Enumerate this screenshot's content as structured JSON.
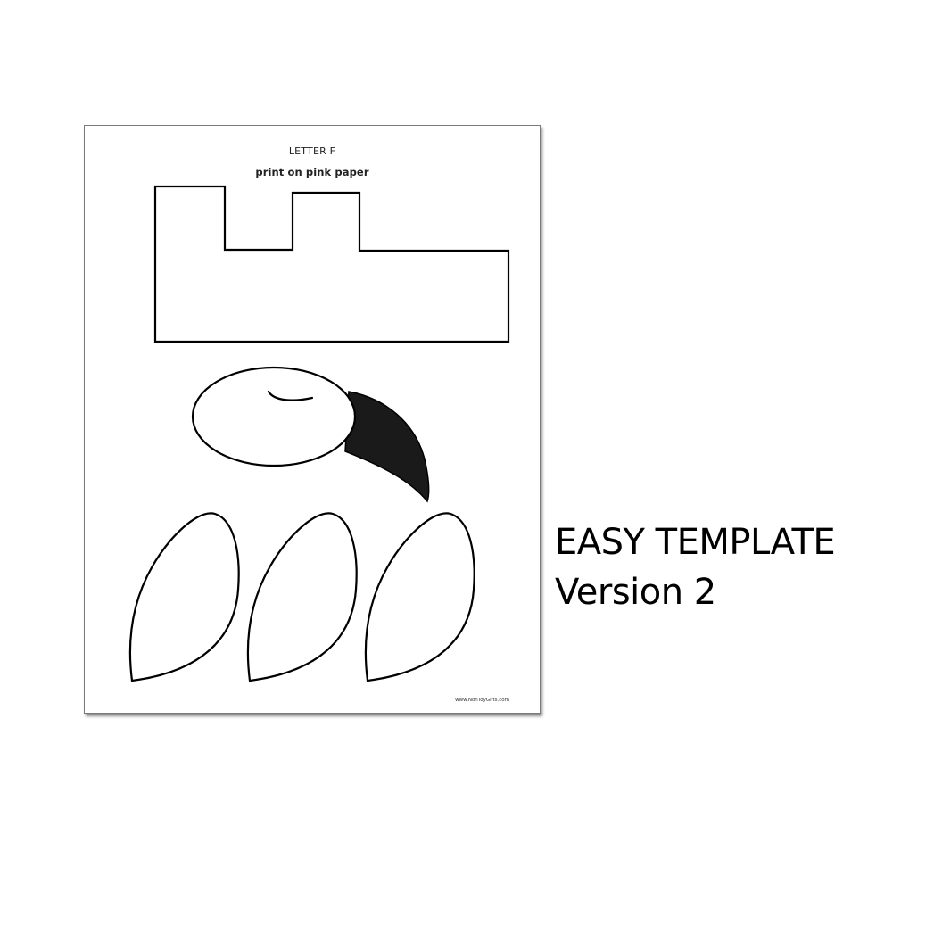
{
  "sheet": {
    "title": "LETTER F",
    "subtitle": "print on pink paper",
    "footer_url": "www.NonToyGifts.com"
  },
  "caption": {
    "line1": "EASY TEMPLATE",
    "line2": "Version 2"
  },
  "colors": {
    "outline": "#000000",
    "beak_fill": "#1a1a1a",
    "background": "#ffffff"
  },
  "shapes": {
    "letter_f": "letter-f-outline",
    "head": "oval-head-outline",
    "beak": "black-beak",
    "feathers": [
      "feather-outline",
      "feather-outline",
      "feather-outline"
    ]
  }
}
